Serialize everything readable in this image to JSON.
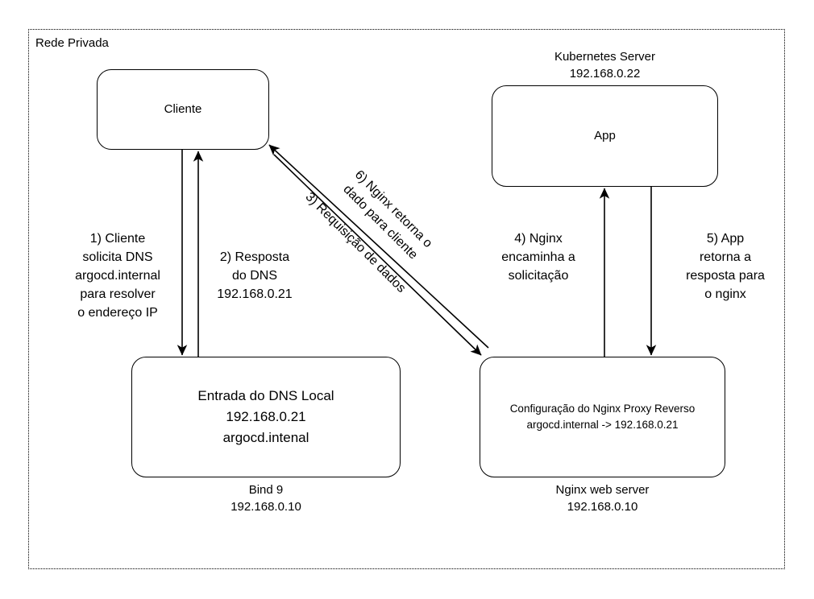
{
  "diagram": {
    "title": "Rede Privada",
    "boundary_label": "Rede Privada",
    "nodes": {
      "cliente": {
        "id": "cliente",
        "lines": [
          "Cliente"
        ]
      },
      "app": {
        "id": "app",
        "lines": [
          "App"
        ],
        "caption": [
          "Kubernetes Server",
          "192.168.0.22"
        ]
      },
      "dns": {
        "id": "dns",
        "lines": [
          "Entrada do DNS Local",
          "192.168.0.21",
          "argocd.intenal"
        ],
        "caption": [
          "Bind 9",
          "192.168.0.10"
        ]
      },
      "nginx": {
        "id": "nginx",
        "lines": [
          "Configuração do Nginx Proxy Reverso",
          "argocd.internal -> 192.168.0.21"
        ],
        "caption": [
          "Nginx web server",
          "192.168.0.10"
        ]
      }
    },
    "edges": [
      {
        "step": "1",
        "from": "cliente",
        "to": "dns",
        "direction": "down",
        "lines": [
          "1) Cliente",
          "solicita DNS",
          "argocd.internal",
          "para resolver",
          "o endereço IP"
        ]
      },
      {
        "step": "2",
        "from": "dns",
        "to": "cliente",
        "direction": "up",
        "lines": [
          "2) Resposta",
          "do DNS",
          "192.168.0.21"
        ]
      },
      {
        "step": "3",
        "from": "cliente",
        "to": "nginx",
        "direction": "down-right",
        "lines": [
          "3) Requisição de dados"
        ]
      },
      {
        "step": "4",
        "from": "nginx",
        "to": "app",
        "direction": "up",
        "lines": [
          "4) Nginx",
          "encaminha a",
          "solicitação"
        ]
      },
      {
        "step": "5",
        "from": "app",
        "to": "nginx",
        "direction": "down",
        "lines": [
          "5) App",
          "retorna a",
          "resposta para",
          "o nginx"
        ]
      },
      {
        "step": "6",
        "from": "nginx",
        "to": "cliente",
        "direction": "up-left",
        "lines": [
          "6) Nginx retorna o",
          "dado para cliente"
        ]
      }
    ],
    "colors": {
      "stroke": "#000000",
      "background": "#ffffff",
      "boundary": "#000000"
    }
  }
}
